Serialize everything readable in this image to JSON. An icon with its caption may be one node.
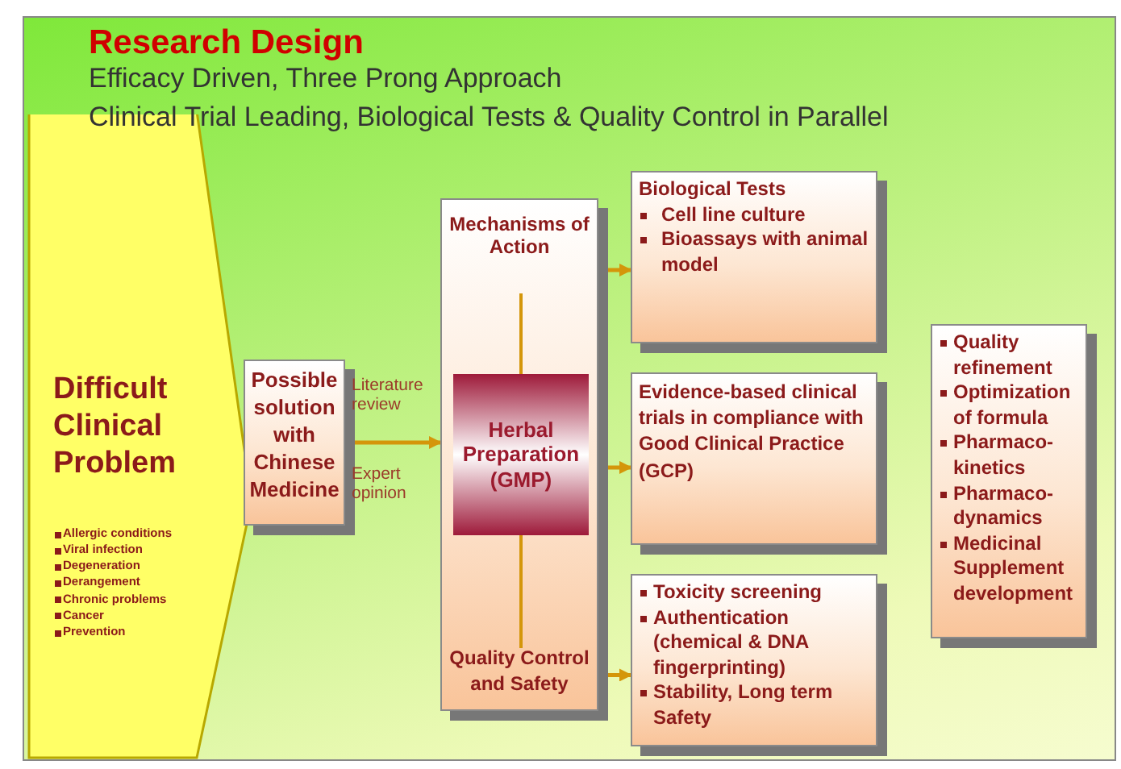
{
  "diagram": {
    "title": "Research Design",
    "nodes": [
      {
        "text": [
          "Difficult Clinical Problem",
          "Allergic conditions",
          "Viral infection",
          "Degeneration",
          "Derangement",
          "Chronic problems",
          "Cancer",
          "Prevention"
        ]
      },
      {
        "text": [
          "Possible solution with Chinese Medicine"
        ]
      },
      {
        "text": [
          "Mechanisms of Action",
          "Quality Control and Safety"
        ]
      },
      {
        "text": [
          "Herbal Preparation (GMP)"
        ],
        "in": 2
      },
      {
        "text": [
          "Biological Tests",
          "Cell line culture",
          "Bioassays with animal model"
        ]
      },
      {
        "text": [
          "Evidence-based clinical trials in compliance with Good Clinical Practice (GCP)"
        ]
      },
      {
        "text": [
          "Toxicity screening",
          "Authentication (chemical & DNA fingerprinting)",
          "Stability, Long term Safety"
        ]
      },
      {
        "text": [
          "Quality refinement",
          "Optimization of formula",
          "Pharmaco-kinetics",
          "Pharmaco-dynamics",
          "Medicinal Supplement development"
        ]
      }
    ],
    "edges": [
      {
        "from": 1,
        "to": 2,
        "arrow": "to"
      },
      {
        "from": 2,
        "to": 4,
        "arrow": "to"
      },
      {
        "from": 2,
        "to": 5,
        "arrow": "to"
      },
      {
        "from": 2,
        "to": 6,
        "arrow": "to"
      }
    ],
    "labels": [
      "Efficacy Driven, Three Prong Approach",
      "Clinical Trial Leading, Biological Tests & Quality Control in Parallel",
      "Literature review",
      "Expert opinion"
    ]
  }
}
